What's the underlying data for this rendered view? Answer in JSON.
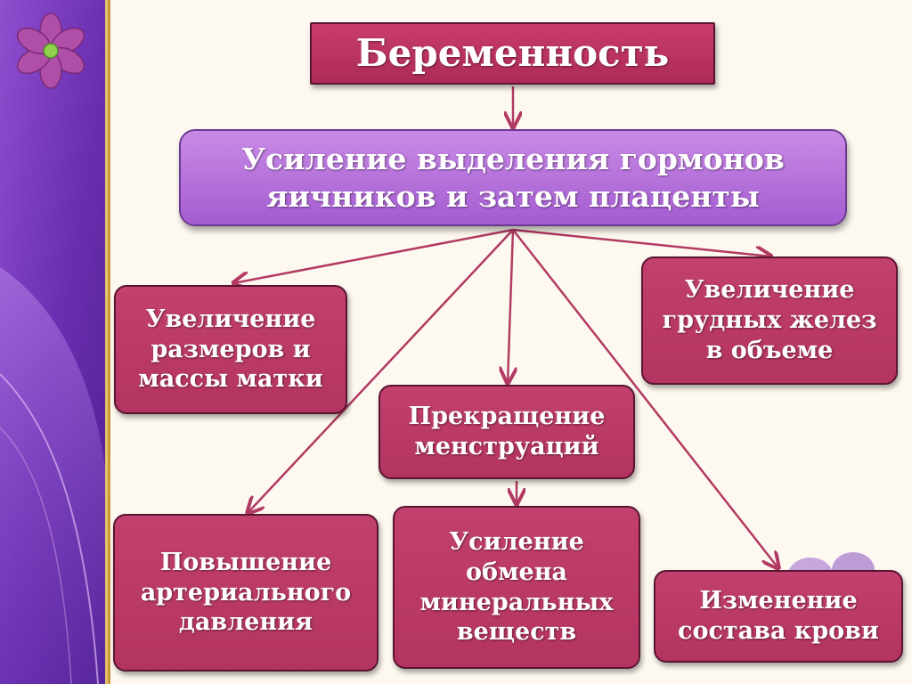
{
  "diagram": {
    "title": "Беременность",
    "cause": "Усиление выделения гормонов\nяичников и затем плаценты",
    "effects": {
      "uterus": "Увеличение\nразмеров и\nмассы матки",
      "breast": "Увеличение\nгрудных желез\nв объеме",
      "menstruation": "Прекращение\nменструаций",
      "pressure": "Повышение\nартериального\nдавления",
      "minerals": "Усиление\nобмена\nминеральных\nвеществ",
      "blood": "Изменение\nсостава крови"
    }
  },
  "colors": {
    "effect_box": "#b8376a",
    "title_box": "#bf3566",
    "cause_box": "#b874dd",
    "arrow": "#b23a63",
    "sidebar": "#7a3ab8"
  },
  "icons": [
    "flower-icon"
  ]
}
